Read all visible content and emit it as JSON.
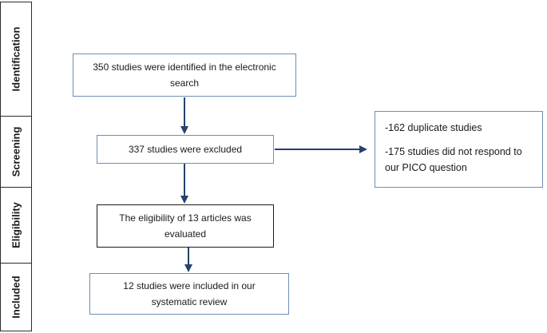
{
  "stages": {
    "identification": "Identification",
    "screening": "Screening",
    "eligibility": "Eligibility",
    "included": "Included"
  },
  "boxes": {
    "identified": "350 studies were identified in the electronic search",
    "excluded": "337 studies were excluded",
    "eligibility": "The eligibility of 13 articles was evaluated",
    "included": "12 studies were included in our systematic review"
  },
  "exclusion_reasons": {
    "duplicates": "-162 duplicate studies",
    "not_pico": "-175 studies did not respond to our PICO question"
  },
  "colors": {
    "arrow": "#24426b",
    "box_border": "#6f8fb0"
  }
}
